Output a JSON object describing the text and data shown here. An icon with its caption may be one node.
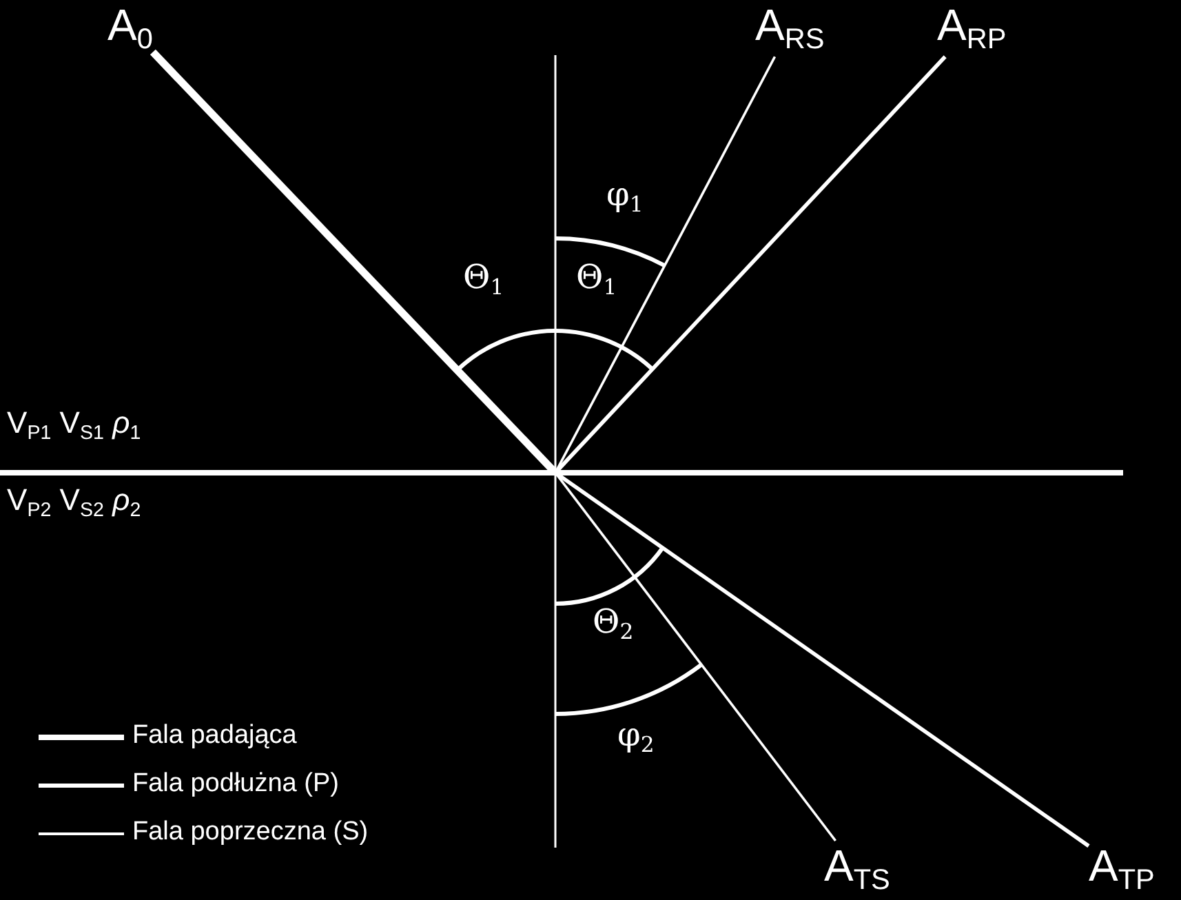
{
  "diagram": {
    "nodes": [
      {
        "text": [
          "A$_{0}$"
        ]
      },
      {
        "text": [
          "A$_{RS}$"
        ]
      },
      {
        "text": [
          "A$_{RP}$"
        ]
      },
      {
        "text": [
          "A$_{TS}$"
        ]
      },
      {
        "text": [
          "A$_{TP}$"
        ]
      }
    ],
    "edges": [
      {
        "from": 0,
        "to": null,
        "arrow": "none",
        "style": "thick"
      },
      {
        "from": 1,
        "to": null,
        "arrow": "none"
      },
      {
        "from": 2,
        "to": null,
        "arrow": "none"
      },
      {
        "from": 3,
        "to": null,
        "arrow": "none"
      },
      {
        "from": 4,
        "to": null,
        "arrow": "none"
      }
    ],
    "labels": [
      "φ$_{1}$",
      "Θ$_{1}$",
      "Θ$_{1}$",
      "V$_{P1}$ V$_{S1}$ *ρ*$_{1}$",
      "V$_{P2}$ V$_{S2}$ *ρ*$_{2}$",
      "Θ$_{2}$",
      "φ$_{2}$"
    ],
    "legend": [
      {
        "text": "Fala padająca"
      },
      {
        "text": "Fala podłużna (P)"
      },
      {
        "text": "Fala poprzeczna (S)"
      }
    ]
  }
}
